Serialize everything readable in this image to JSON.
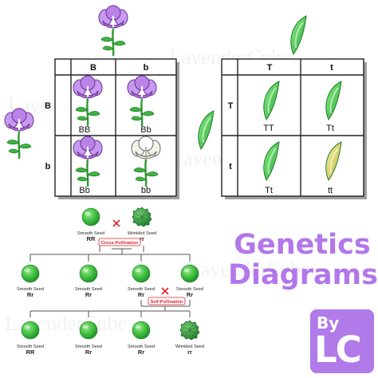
{
  "flower_square": {
    "col_headers": [
      "B",
      "b"
    ],
    "row_headers": [
      "B",
      "b"
    ],
    "cells": [
      "BB",
      "Bb",
      "Bb",
      "bb"
    ],
    "colors": {
      "purple": "#c69af0",
      "white": "#f4f4ea",
      "stem": "#3aa63a"
    }
  },
  "pod_square": {
    "col_headers": [
      "T",
      "t"
    ],
    "row_headers": [
      "T",
      "t"
    ],
    "cells": [
      "TT",
      "Tt",
      "Tt",
      "tt"
    ],
    "colors": {
      "green": "#5fd35c",
      "yellow": "#e6e06a"
    }
  },
  "pedigree": {
    "parents": [
      {
        "label": "Smooth Seed",
        "genotype": "RR",
        "kind": "smooth"
      },
      {
        "label": "Wrinkled Seed",
        "genotype": "rr",
        "kind": "wrinkled"
      }
    ],
    "cross_label": "Cross-Pollination",
    "f1": [
      {
        "label": "Smooth Seed",
        "genotype": "Rr"
      },
      {
        "label": "Smooth Seed",
        "genotype": "Rr"
      },
      {
        "label": "Smooth Seed",
        "genotype": "Rr"
      },
      {
        "label": "Smooth Seed",
        "genotype": "Rr"
      }
    ],
    "self_label": "Self-Pollination",
    "f2": [
      {
        "label": "Smooth Seed",
        "genotype": "RR"
      },
      {
        "label": "Smooth Seed",
        "genotype": "Rr"
      },
      {
        "label": "Smooth Seed",
        "genotype": "Rr"
      },
      {
        "label": "Wrinkled Seed",
        "genotype": "rr"
      }
    ],
    "colors": {
      "seed": "#3fbf3f",
      "line": "#555555",
      "cross": "#e0232a"
    }
  },
  "title": {
    "line1": "Genetics",
    "line2": "Diagrams",
    "color": "#b277ea"
  },
  "badge": {
    "by": "By",
    "lc": "LC",
    "color": "#b07ae8"
  },
  "watermark": "LavenderCube"
}
